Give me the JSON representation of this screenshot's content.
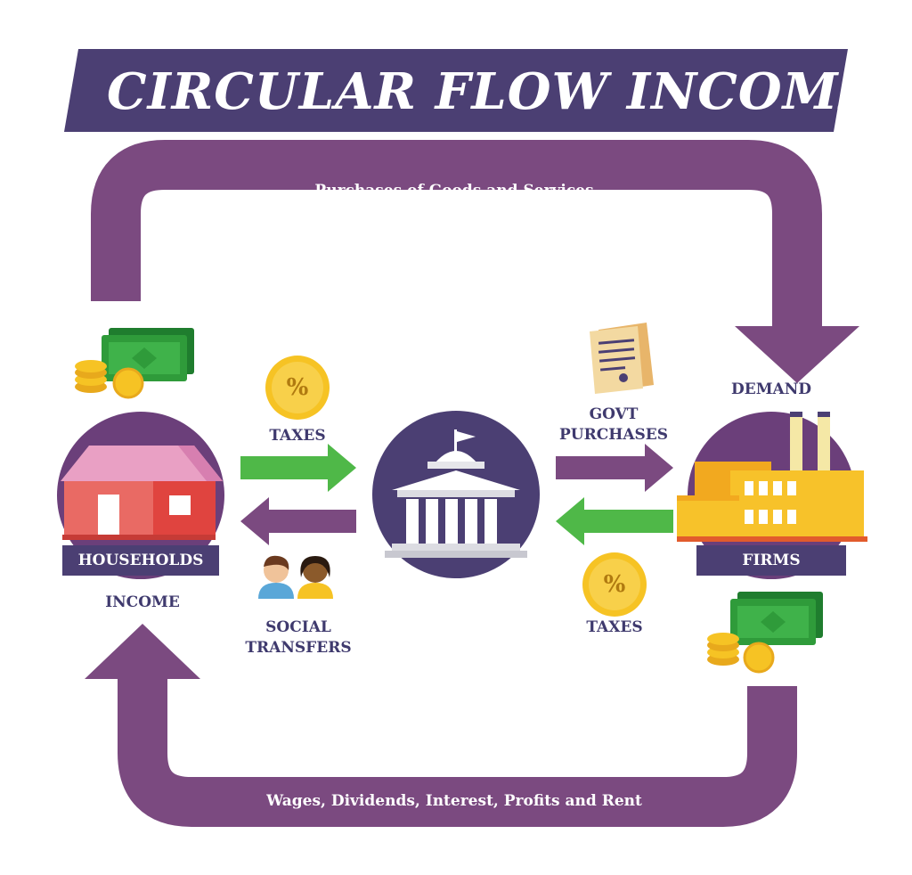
{
  "title": "CIRCULAR FLOW INCOME",
  "top_flow_label": "Purchases of Goods and Services",
  "bottom_flow_label": "Wages, Dividends, Interest, Profits and Rent",
  "households": {
    "label": "HOUSEHOLDS",
    "flow_label": "INCOME"
  },
  "firms": {
    "label": "FIRMS",
    "flow_label": "DEMAND"
  },
  "left_top_arrow_label": "TAXES",
  "left_bottom_arrow_label": [
    "SOCIAL",
    "TRANSFERS"
  ],
  "right_top_arrow_label": [
    "GOVT",
    "PURCHASES"
  ],
  "right_bottom_arrow_label": "TAXES",
  "percent_symbol": "%",
  "colors": {
    "banner": "#4b3f73",
    "flow_arrow": "#7b4a80",
    "green_arrow": "#4fb848",
    "purple_arrow": "#7b4a80",
    "circle": "#4b3f73",
    "coin": "#f6c324",
    "money": "#2f9b3a",
    "house_wall": "#e0443f",
    "house_roof": "#e9a0c4",
    "factory": "#f7c22a"
  }
}
